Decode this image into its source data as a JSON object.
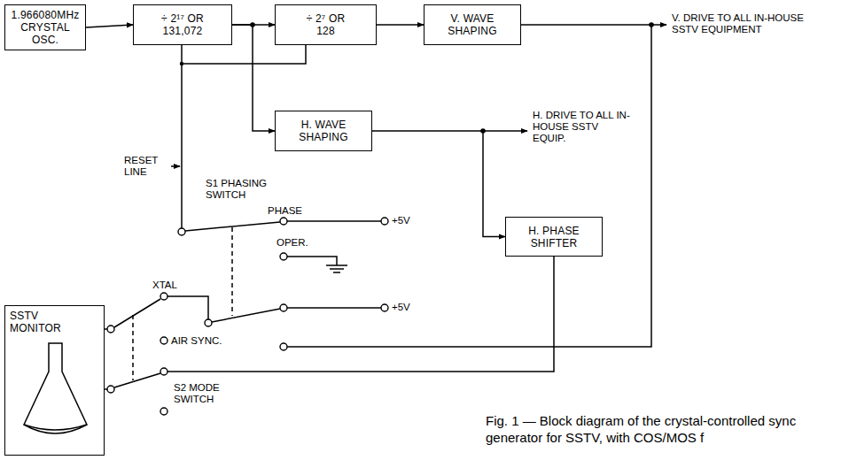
{
  "diagram": {
    "caption": "Fig. 1 — Block diagram of the crystal-controlled sync generator for SSTV, with COS/MOS f",
    "nodes": [
      {
        "text": [
          "1.966080MHz CRYSTAL OSC."
        ]
      },
      {
        "text": [
          "÷ 2¹⁷ OR 131,072"
        ]
      },
      {
        "text": [
          "÷ 2⁷ OR 128"
        ]
      },
      {
        "text": [
          "V. WAVE SHAPING"
        ]
      },
      {
        "text": [
          "H. WAVE SHAPING"
        ]
      },
      {
        "text": [
          "H. PHASE SHIFTER"
        ]
      },
      {
        "text": [
          "SSTV MONITOR"
        ]
      }
    ],
    "edges": [
      {
        "from": 0,
        "to": 1,
        "arrow": "to"
      },
      {
        "from": 1,
        "to": 2,
        "arrow": "to"
      },
      {
        "from": 2,
        "to": 3,
        "arrow": "to"
      },
      {
        "from": 1,
        "to": 4,
        "arrow": "to"
      },
      {
        "from": 4,
        "to": 5,
        "arrow": "to"
      }
    ],
    "labels": [
      "V. DRIVE TO ALL IN-HOUSE SSTV EQUIPMENT",
      "RESET LINE",
      "H. DRIVE TO ALL IN-HOUSE SSTV EQUIP.",
      "S1 PHASING SWITCH",
      "PHASE",
      "+5V",
      "OPER.",
      "XTAL",
      "+5V",
      "AIR SYNC.",
      "S2 MODE SWITCH"
    ]
  }
}
